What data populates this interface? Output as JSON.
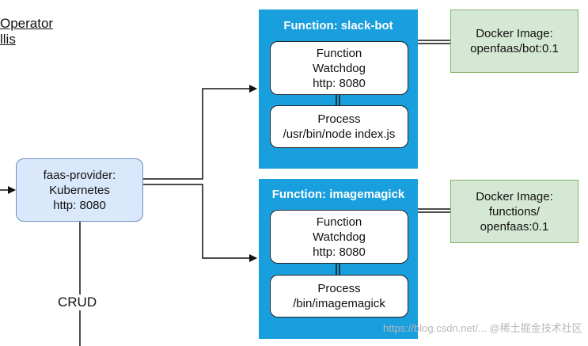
{
  "top_left": {
    "line1": "Operator",
    "line2": "llis"
  },
  "provider": {
    "line1": "faas-provider:",
    "line2": "Kubernetes",
    "line3": "http: 8080"
  },
  "crud_label": "CRUD",
  "functions": [
    {
      "title": "Function: slack-bot",
      "watchdog": {
        "line1": "Function",
        "line2": "Watchdog",
        "line3": "http: 8080"
      },
      "process": {
        "line1": "Process",
        "line2": "/usr/bin/node index.js"
      },
      "docker": {
        "line1": "Docker Image:",
        "line2": "openfaas/bot:0.1"
      }
    },
    {
      "title": "Function: imagemagick",
      "watchdog": {
        "line1": "Function",
        "line2": "Watchdog",
        "line3": "http: 8080"
      },
      "process": {
        "line1": "Process",
        "line2": "/bin/imagemagick"
      },
      "docker": {
        "line1": "Docker Image:",
        "line2": "functions/",
        "line3": "openfaas:0.1"
      }
    }
  ],
  "watermark": "https://blog.csdn.net/... @稀土掘金技术社区",
  "colors": {
    "panel": "#1a9fde",
    "provider_fill": "#dae8fc",
    "provider_border": "#6c8ebf",
    "docker_fill": "#d5e8d4",
    "docker_border": "#82b366"
  }
}
